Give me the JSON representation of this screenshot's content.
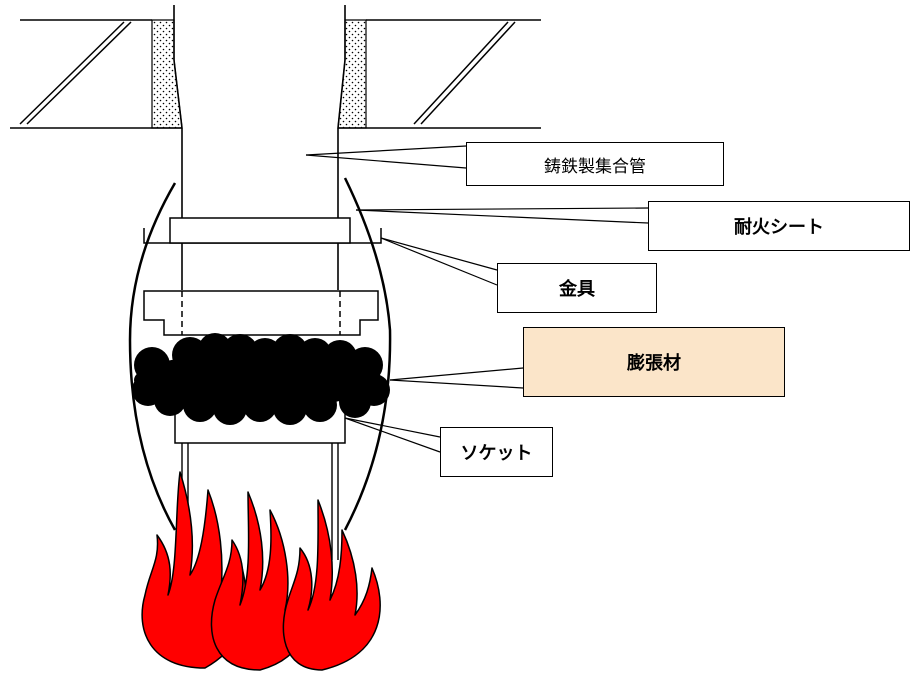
{
  "labels": {
    "pipe": "鋳鉄製集合管",
    "sheet": "耐火シート",
    "bracket": "金具",
    "intumescent": "膨張材",
    "socket": "ソケット"
  },
  "colors": {
    "intumescent_box": "#fbe5c9",
    "flame": "#ff0000",
    "insulation_fill": "#ffffff",
    "line": "#000000"
  },
  "icons": [
    "flame-icon"
  ]
}
